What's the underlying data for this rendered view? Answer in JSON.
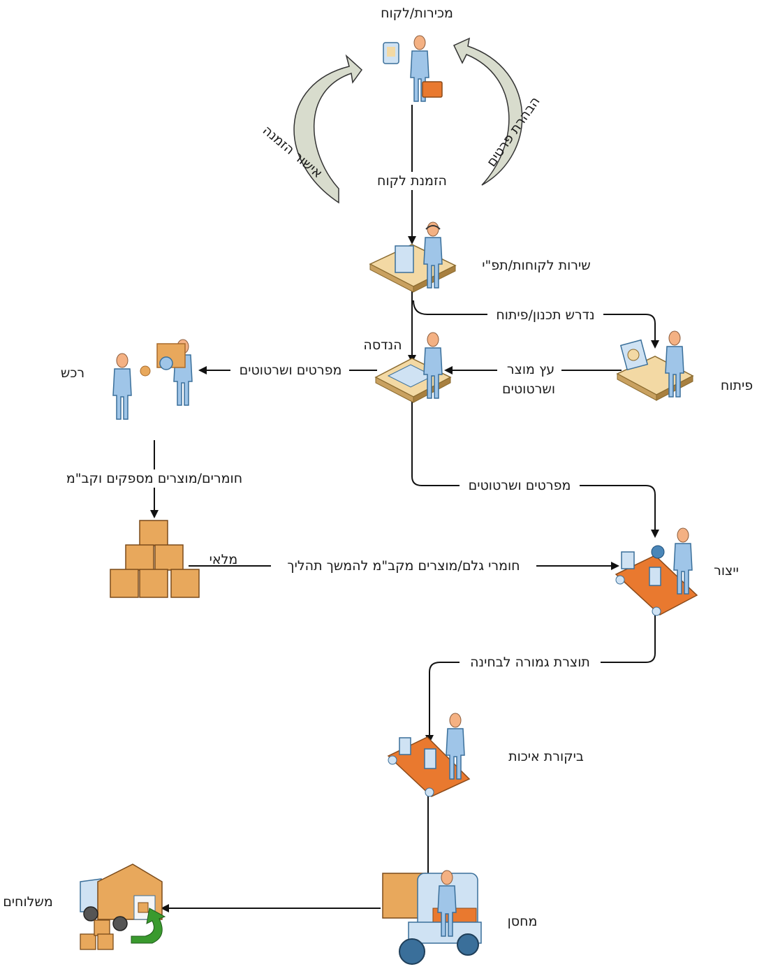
{
  "nodes": {
    "sales": "מכירות/לקוח",
    "customer_service": "שירות לקוחות/תפ\"י",
    "engineering": "הנדסה",
    "development": "פיתוח",
    "purchasing": "רכש",
    "inventory": "מלאי",
    "production": "ייצור",
    "quality": "ביקורת איכות",
    "warehouse": "מחסן",
    "shipping": "משלוחים"
  },
  "cycle_arrows": {
    "left": "אישור הזמנה",
    "right": "הבהרת פרטים"
  },
  "edges": {
    "customer_order": "הזמנת לקוח",
    "planning_required": "נדרש תכנון/פיתוח",
    "product_tree_line1": "עץ מוצר",
    "product_tree_line2": "ושרטוטים",
    "specs_to_purchasing": "מפרטים ושרטוטים",
    "specs_to_production": "מפרטים ושרטוטים",
    "materials_from_suppliers": "חומרים/מוצרים מספקים וקב\"מ",
    "raw_materials": "חומרי גלם/מוצרים מקב\"מ להמשך תהליך",
    "finished_product": "תוצרת גמורה לבחינה"
  },
  "colors": {
    "skin": "#f4b183",
    "shirt": "#9fc5e8",
    "shirt_dark": "#4a86b8",
    "desk": "#f3d9a4",
    "desk_edge": "#8a6a2e",
    "box": "#e8a85c",
    "box_dark": "#a86b2c",
    "cycle_arrow": "#d8dccd",
    "belt": "#e9792f",
    "truck": "#cfe2f3",
    "green_arrow": "#3a9a2e"
  }
}
